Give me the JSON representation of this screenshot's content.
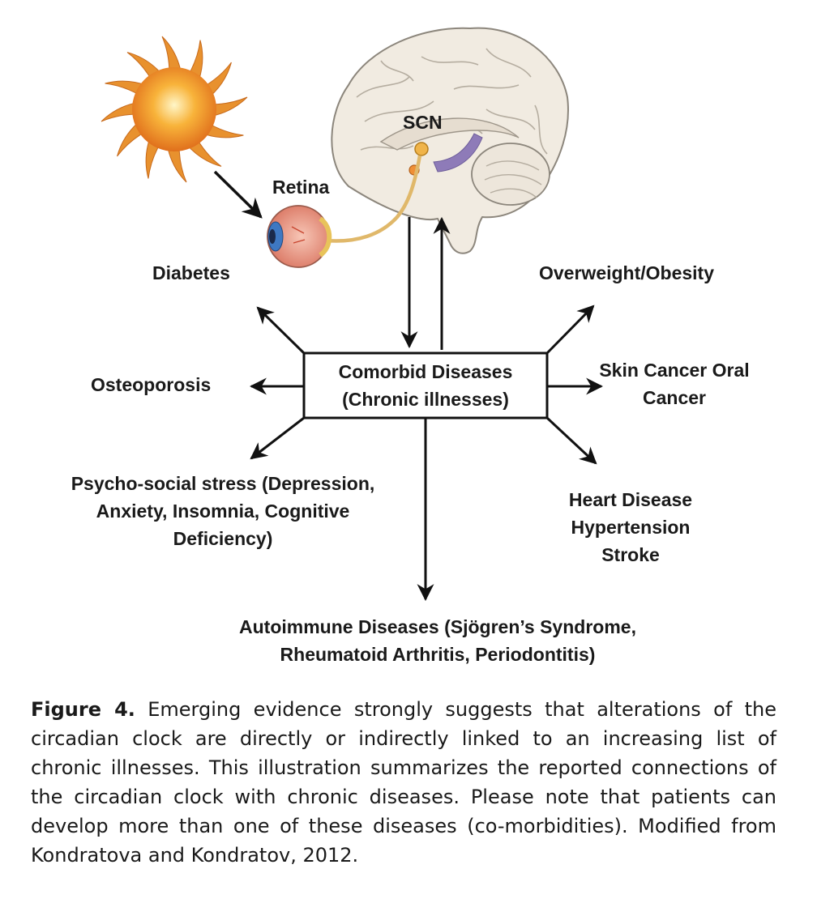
{
  "diagram": {
    "labels": {
      "scn": "SCN",
      "retina": "Retina",
      "diabetes": "Diabetes",
      "overweight": "Overweight/Obesity",
      "osteoporosis": "Osteoporosis",
      "skin_cancer_line1": "Skin Cancer Oral",
      "skin_cancer_line2": "Cancer",
      "psycho_line1": "Psycho-social stress (Depression,",
      "psycho_line2": "Anxiety, Insomnia, Cognitive",
      "psycho_line3": "Deficiency)",
      "heart_line1": "Heart Disease",
      "heart_line2": "Hypertension",
      "heart_line3": "Stroke",
      "autoimmune_line1": "Autoimmune Diseases (Sjögren’s Syndrome,",
      "autoimmune_line2": "Rheumatoid Arthritis, Periodontitis)"
    },
    "center_box": {
      "line1": "Comorbid Diseases",
      "line2": "(Chronic illnesses)"
    },
    "icons": [
      "sun-icon",
      "brain-icon",
      "eye-icon"
    ]
  },
  "caption": {
    "label": "Figure 4.",
    "text": " Emerging evidence strongly suggests that alterations of the circadian clock are directly or indirectly linked to an increasing list of chronic illnesses. This illustration summarizes the reported connections of the circadian clock with chronic diseases. Please note that patients can develop more than one of these diseases (co-morbidities). Modified from Kondratova and Kondratov, 2012."
  }
}
